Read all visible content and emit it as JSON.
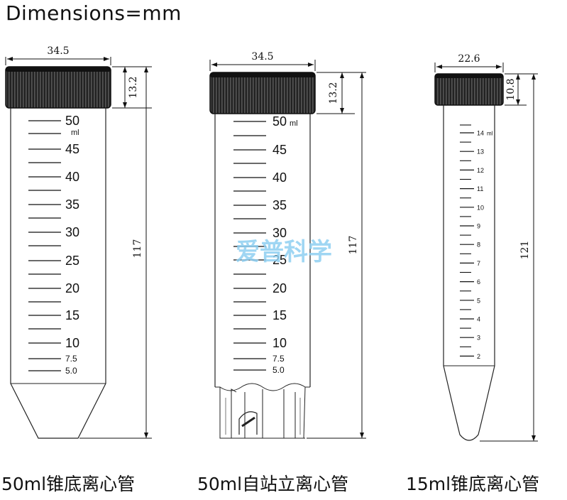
{
  "header": {
    "title": "Dimensions=mm"
  },
  "watermark": {
    "text": "爱普科学"
  },
  "tubes": [
    {
      "id": "tube-50-conical",
      "caption": "50ml锥底离心管",
      "dims": {
        "cap_width": "34.5",
        "cap_height": "13.2",
        "total_height": "117"
      },
      "graduations": [
        "50",
        "ml",
        "45",
        "40",
        "35",
        "30",
        "25",
        "20",
        "15",
        "10",
        "7.5",
        "5.0"
      ]
    },
    {
      "id": "tube-50-selfstanding",
      "caption": "50ml自站立离心管",
      "dims": {
        "cap_width": "34.5",
        "cap_height": "13.2",
        "total_height": "117"
      },
      "graduations": [
        "50",
        "ml",
        "45",
        "40",
        "35",
        "30",
        "25",
        "20",
        "15",
        "10",
        "7.5",
        "5.0"
      ]
    },
    {
      "id": "tube-15-conical",
      "caption": "15ml锥底离心管",
      "dims": {
        "cap_width": "22.6",
        "cap_height": "10.8",
        "total_height": "121"
      },
      "graduations": [
        "14",
        "ml",
        "13",
        "12",
        "11",
        "10",
        "9",
        "8",
        "7",
        "6",
        "5",
        "4",
        "3",
        "2"
      ]
    }
  ],
  "colors": {
    "line": "#111111",
    "cap": "#1a1a1a",
    "watermark": "#8fd0f2"
  }
}
